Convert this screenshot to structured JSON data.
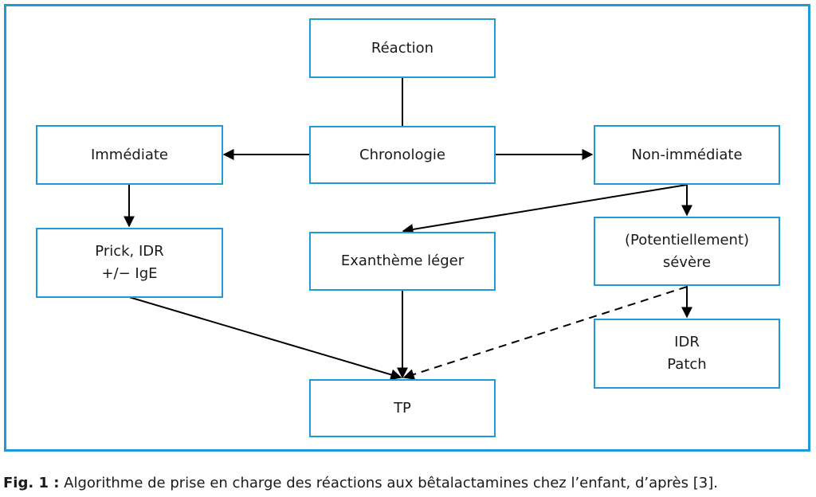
{
  "nodes": {
    "reaction": "Réaction",
    "chronologie": "Chronologie",
    "immediate": "Immédiate",
    "non_immediate": "Non-immédiate",
    "prick_line1": "Prick, IDR",
    "prick_line2": "+/− IgE",
    "exantheme": "Exanthème léger",
    "severe_line1": "(Potentiellement)",
    "severe_line2": "sévère",
    "idr_line1": "IDR",
    "idr_line2": "Patch",
    "tp": "TP"
  },
  "caption": {
    "label": "Fig. 1 :",
    "text": " Algorithme de prise en charge des réactions aux bêtalactamines chez l’enfant, d’après [3]."
  },
  "colors": {
    "border": "#1e9bd7",
    "line": "#000000"
  }
}
